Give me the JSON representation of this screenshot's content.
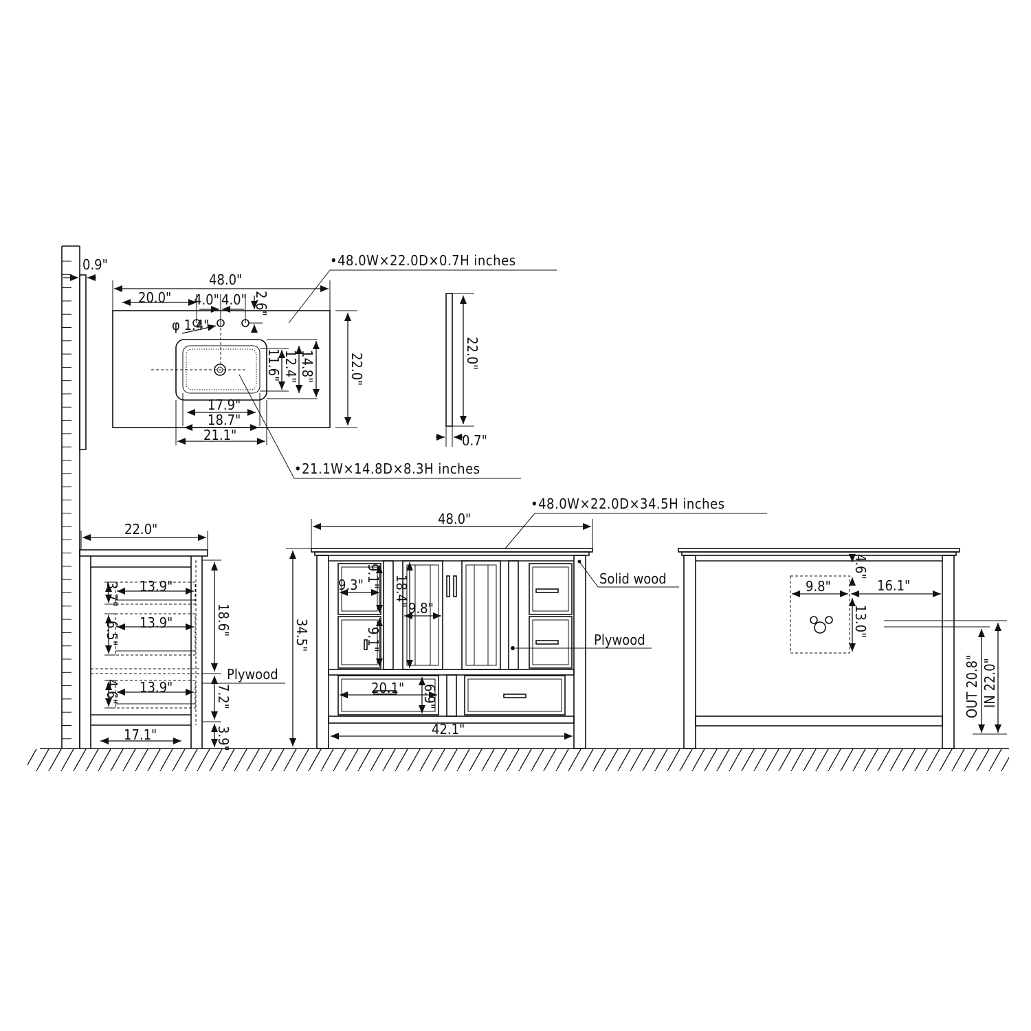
{
  "specs": {
    "top": "•48.0W×22.0D×0.7H inches",
    "basin": "•21.1W×14.8D×8.3H inches",
    "cabinet": "•48.0W×22.0D×34.5H inches"
  },
  "materials": {
    "solid_wood": "Solid wood",
    "plywood_front": "Plywood",
    "plywood_side": "Plywood"
  },
  "dims": {
    "top_overhang": "0.9\"",
    "top_width": "48.0\"",
    "left_to_hole": "20.0\"",
    "hole_spacing_left": "4.0\"",
    "hole_spacing_right": "4.0\"",
    "hole_setback": "2.6\"",
    "hole_diameter": "φ 1.4\"",
    "top_depth": "22.0\"",
    "basin_inner_depth": "11.6\"",
    "basin_mid_depth": "12.4\"",
    "basin_outer_depth": "14.8\"",
    "basin_inner_width": "17.9\"",
    "basin_mid_width": "18.7\"",
    "basin_outer_width": "21.1\"",
    "top_side_depth": "22.0\"",
    "top_thickness": "0.7\"",
    "side_depth": "22.0\"",
    "drawer_height_1": "3.7\"",
    "drawer_depth_1": "13.9\"",
    "drawer_height_2": "6.5\"",
    "drawer_depth_2": "13.9\"",
    "drawer_height_3": "4.6\"",
    "drawer_depth_3": "13.9\"",
    "side_upper_height": "18.6\"",
    "side_lower_height": "7.2\"",
    "toe_kick": "3.9\"",
    "side_inner_depth": "17.1\"",
    "front_width": "48.0\"",
    "front_height": "34.5\"",
    "side_drawer_width": "9.3\"",
    "side_drawer_height_a": "9.1\"",
    "side_drawer_height_b": "9.1\"",
    "door_height": "18.4\"",
    "door_width": "9.8\"",
    "bottom_drawer_width": "20.1\"",
    "bottom_drawer_height": "6.9\"",
    "inner_width": "42.1\"",
    "back_top_gap": "4.6\"",
    "back_cutout_width": "9.8\"",
    "back_side_gap": "16.1\"",
    "back_cutout_height": "13.0\"",
    "out_height": "OUT 20.8\"",
    "in_height": "IN 22.0\""
  }
}
